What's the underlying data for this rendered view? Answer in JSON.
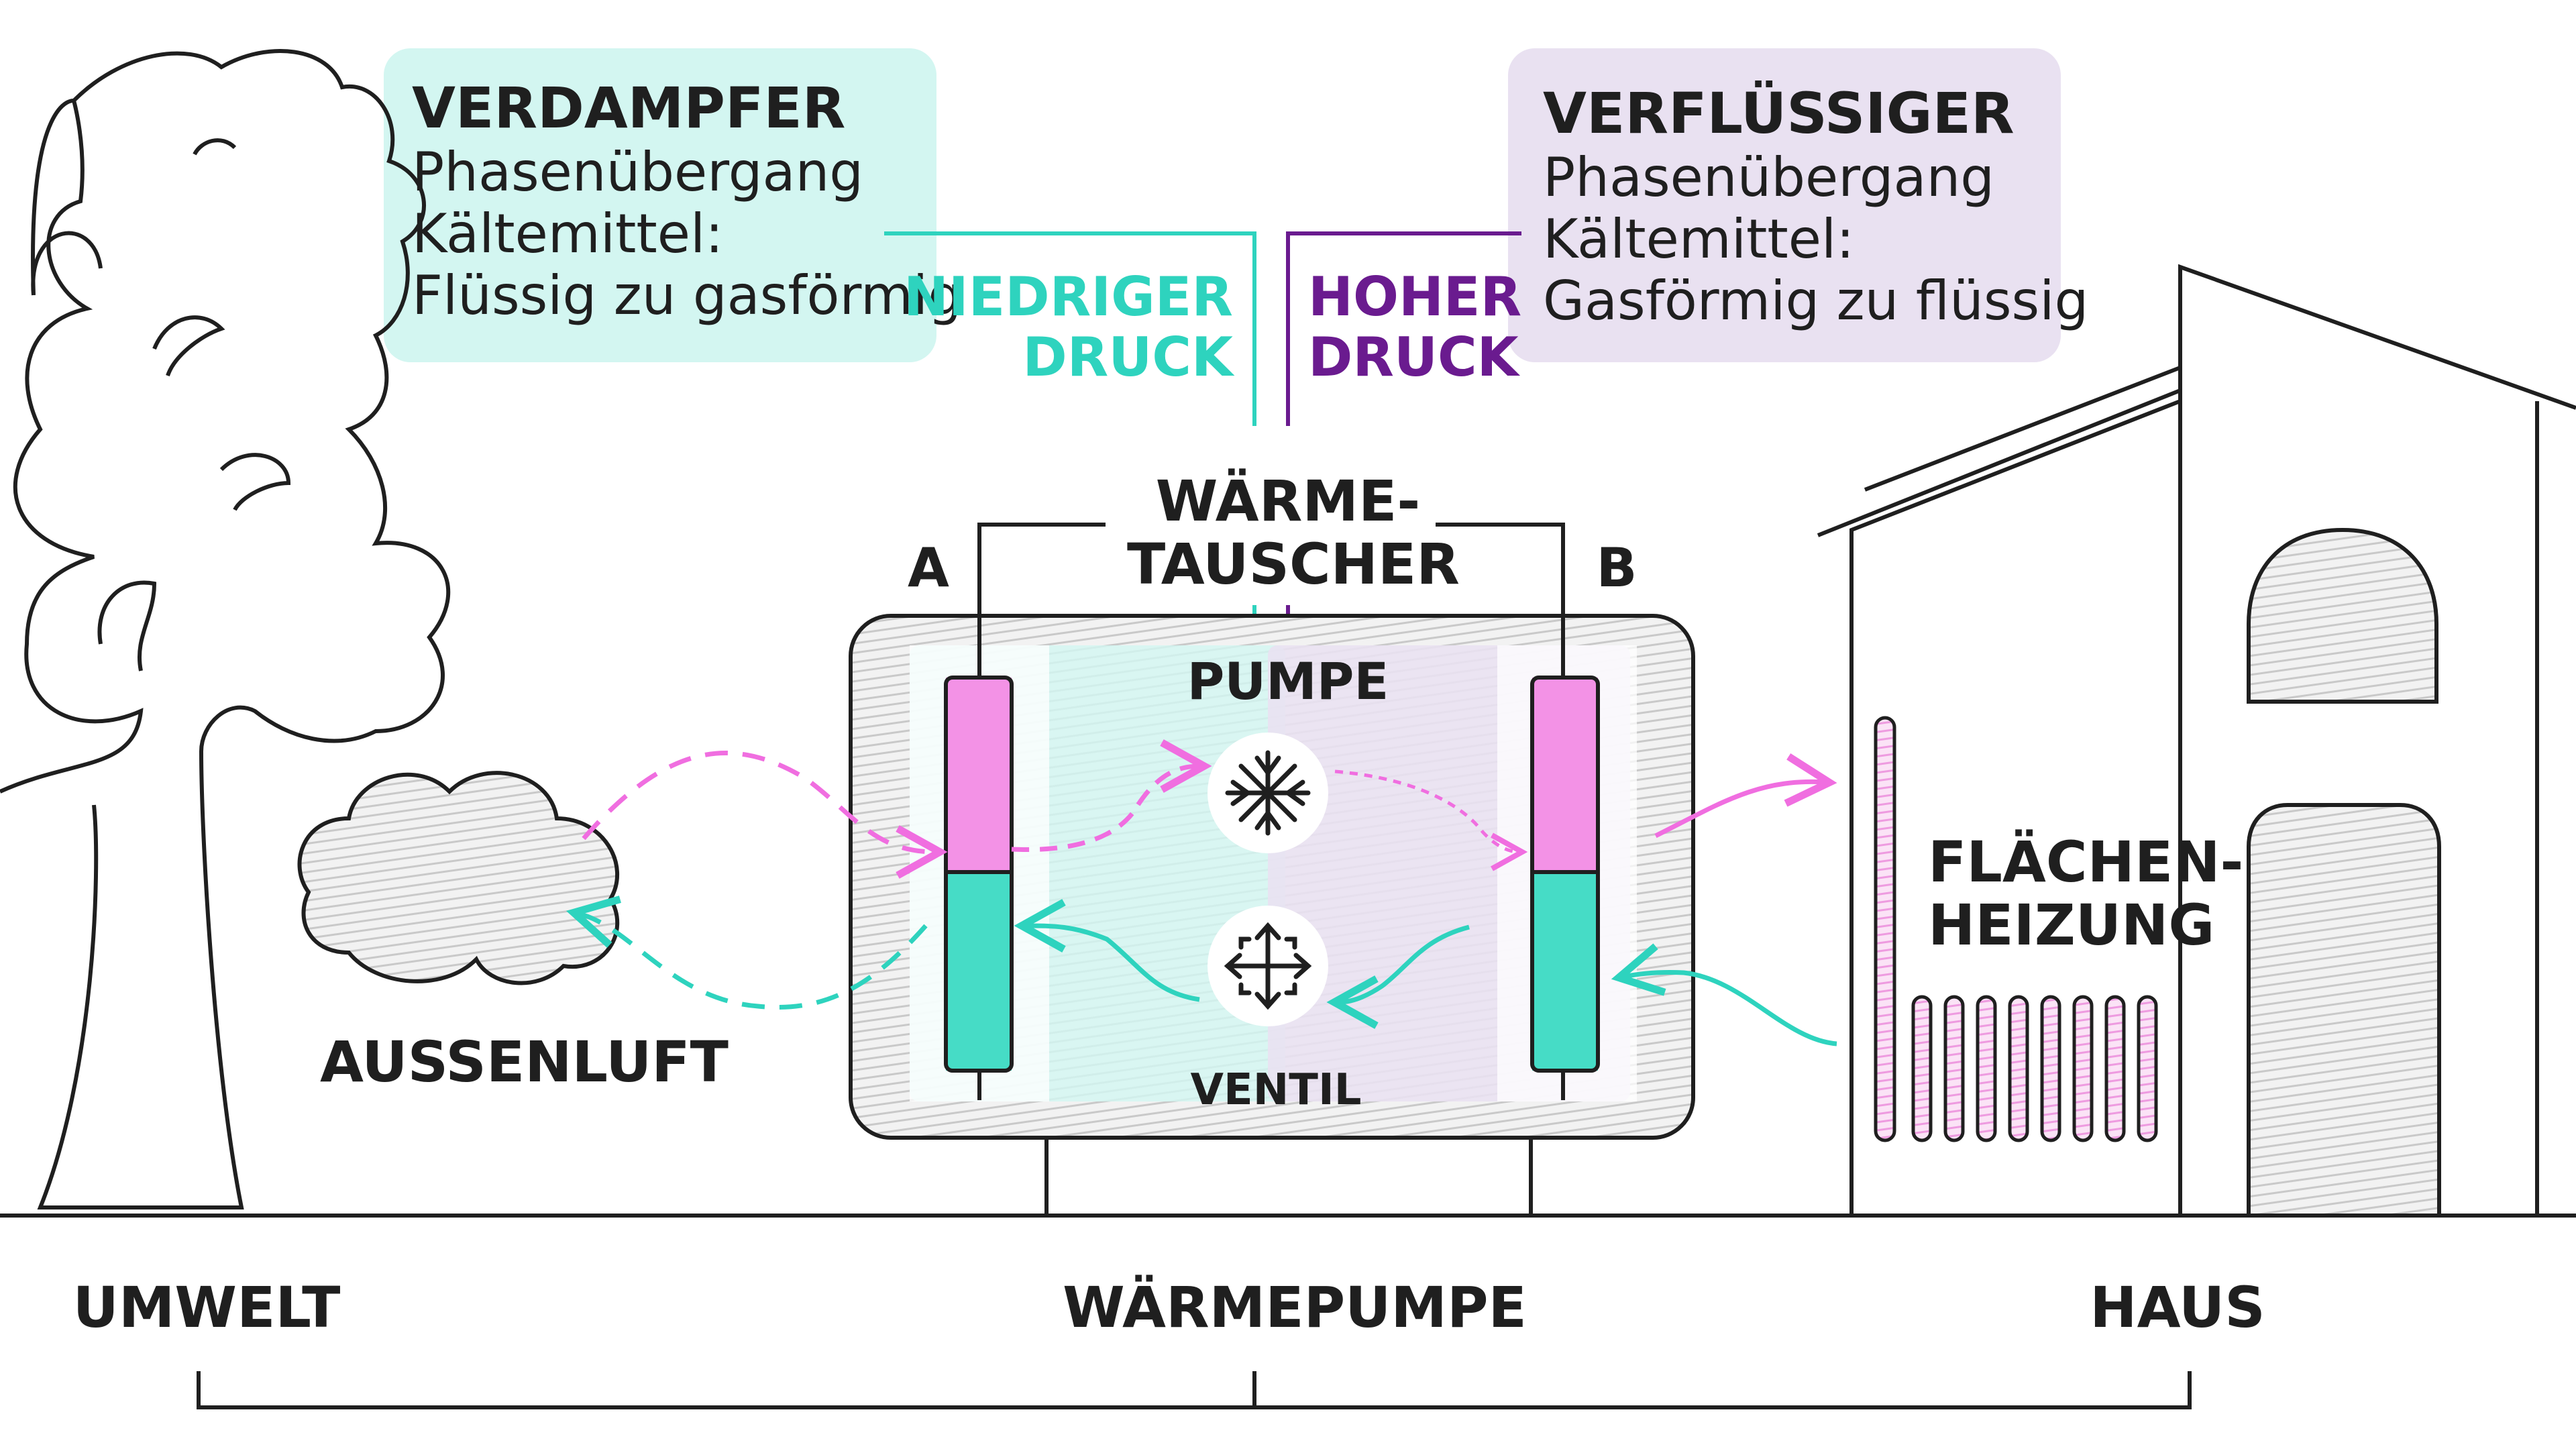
{
  "evaporator": {
    "title": "VERDAMPFER",
    "line1": "Phasenübergang",
    "line2": "Kältemittel:",
    "line3": "Flüssig zu gasförmig"
  },
  "condenser": {
    "title": "VERFLÜSSIGER",
    "line1": "Phasenübergang",
    "line2": "Kältemittel:",
    "line3": "Gasförmig zu flüssig"
  },
  "pressure": {
    "low_line1": "NIEDRIGER",
    "low_line2": "DRUCK",
    "high_line1": "HOHER",
    "high_line2": "DRUCK"
  },
  "heat_exchanger": {
    "line1": "WÄRME-",
    "line2": "TAUSCHER",
    "label_a": "A",
    "label_b": "B"
  },
  "components": {
    "pump": "PUMPE",
    "valve": "VENTIL",
    "outside_air": "AUSSENLUFT",
    "floor_heating_line1": "FLÄCHEN-",
    "floor_heating_line2": "HEIZUNG"
  },
  "sections": {
    "environment": "UMWELT",
    "heat_pump": "WÄRMEPUMPE",
    "house": "HAUS"
  },
  "colors": {
    "teal": "#2ed3be",
    "teal_light": "#d3f6f1",
    "purple": "#6a1b8f",
    "purple_light": "#e9e1f1",
    "pink": "#f06ee0",
    "ink": "#1f1f1f"
  }
}
